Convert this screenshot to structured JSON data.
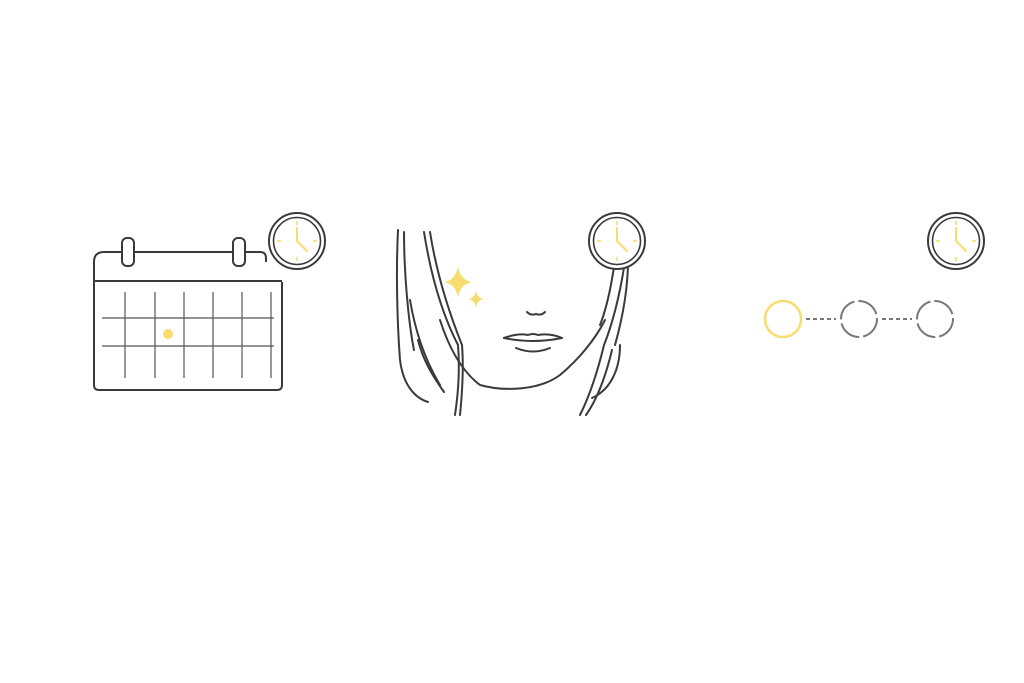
{
  "scene": {
    "panels": [
      {
        "id": "calendar",
        "icon": "calendar-icon",
        "badge_icon": "clock-icon"
      },
      {
        "id": "face",
        "icon": "face-icon",
        "badge_icon": "clock-icon",
        "accent_icon": "sparkle-icon"
      },
      {
        "id": "sessions",
        "icon": "session-progress-icon",
        "badge_icon": "clock-icon",
        "steps_total": 3,
        "steps_done": 1
      }
    ]
  },
  "colors": {
    "line": "#3a3a3a",
    "accent": "#f7dc6f",
    "muted": "#777777",
    "background": "#ffffff"
  }
}
